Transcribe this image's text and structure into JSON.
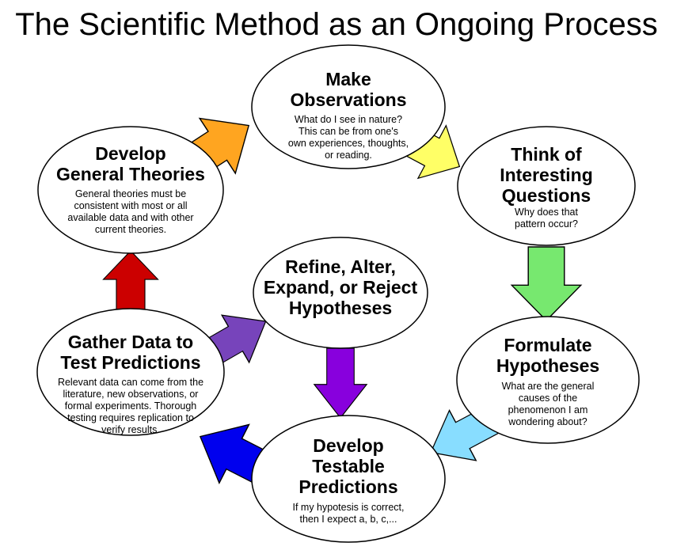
{
  "title": "The Scientific Method as an Ongoing Process",
  "nodes": {
    "observations": {
      "heading": [
        "Make",
        "Observations"
      ],
      "desc": [
        "What do I see in nature?",
        "This can be from one's",
        "own experiences, thoughts,",
        "or reading."
      ]
    },
    "questions": {
      "heading": [
        "Think of",
        "Interesting",
        "Questions"
      ],
      "desc": [
        "Why does that",
        "pattern occur?"
      ]
    },
    "hypotheses": {
      "heading": [
        "Formulate",
        "Hypotheses"
      ],
      "desc": [
        "What are the general",
        "causes of the",
        "phenomenon I am",
        "wondering about?"
      ]
    },
    "predictions": {
      "heading": [
        "Develop",
        "Testable",
        "Predictions"
      ],
      "desc": [
        "If my hypotesis is correct,",
        "then I expect a, b, c,..."
      ]
    },
    "gather": {
      "heading": [
        "Gather Data to",
        "Test Predictions"
      ],
      "desc": [
        "Relevant data can come from the",
        "literature, new observations, or",
        "formal experiments.  Thorough",
        "testing requires replication to",
        "verify results."
      ]
    },
    "theories": {
      "heading": [
        "Develop",
        "General Theories"
      ],
      "desc": [
        "General theories must be",
        "consistent with most or all",
        "available data and with other",
        "current theories."
      ]
    },
    "refine": {
      "heading": [
        "Refine, Alter,",
        "Expand, or Reject",
        "Hypotheses"
      ],
      "desc": []
    }
  },
  "colors": {
    "orange": "#ffa520",
    "yellow": "#ffff66",
    "green": "#77e86f",
    "cyan": "#88ddff",
    "blue": "#0000ee",
    "red": "#cc0000",
    "purple": "#7744bb",
    "violet": "#8800dd"
  }
}
